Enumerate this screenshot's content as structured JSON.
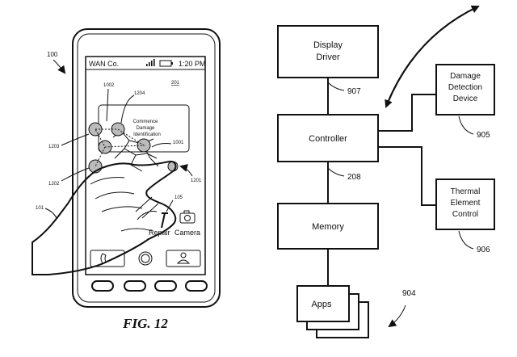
{
  "figure_caption": "FIG. 12",
  "phone": {
    "ref": "100",
    "carrier": "WAN Co.",
    "time": "1:20 PM",
    "screen_ref": "201",
    "dialog_text": [
      "Commence",
      "Damage",
      "Identification"
    ],
    "refs": {
      "r1002": "1002",
      "r1204": "1204",
      "r1203": "1203",
      "r1001": "1001",
      "r1202": "1202",
      "r1201": "1201",
      "r101": "101",
      "r105": "105"
    },
    "apps": {
      "repair": "Repair",
      "camera": "Camera"
    }
  },
  "diagram": {
    "display_driver": [
      "Display",
      "Driver"
    ],
    "controller": "Controller",
    "memory": "Memory",
    "apps": "Apps",
    "damage_device": [
      "Damage",
      "Detection",
      "Device"
    ],
    "thermal": [
      "Thermal",
      "Element",
      "Control"
    ],
    "refs": {
      "r907": "907",
      "r208": "208",
      "r905": "905",
      "r906": "906",
      "r904": "904"
    }
  }
}
